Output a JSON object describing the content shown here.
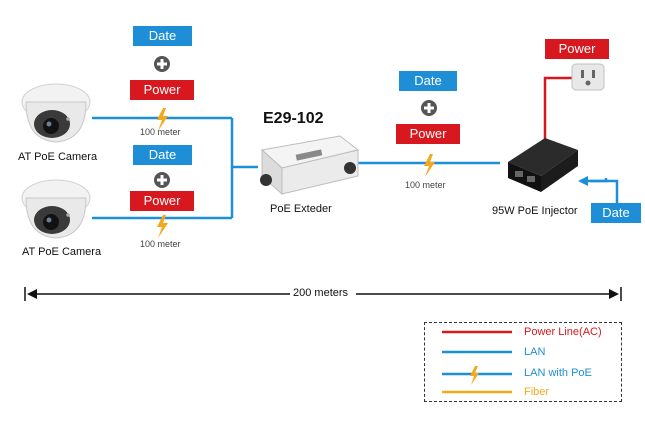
{
  "tags": {
    "cam1_date": "Date",
    "cam1_power": "Power",
    "cam2_date": "Date",
    "cam2_power": "Power",
    "mid_date": "Date",
    "mid_power": "Power",
    "outlet_power": "Power",
    "injector_date": "Date"
  },
  "labels": {
    "camera1": "AT PoE Camera",
    "camera2": "AT PoE Camera",
    "extender_model": "E29-102",
    "extender": "PoE Exteder",
    "injector": "95W PoE Injector",
    "meter1": "100 meter",
    "meter2": "100 meter",
    "meter3": "100 meter",
    "distance": "200 meters"
  },
  "legend": {
    "power_line": "Power Line(AC)",
    "lan": "LAN",
    "lan_poe": "LAN with PoE",
    "fiber": "Fiber"
  },
  "colors": {
    "power_line": "#d7191f",
    "lan": "#1e8fd6",
    "fiber": "#f3a81d",
    "tag_blue": "#1e8fd6",
    "tag_red": "#d7191f"
  }
}
